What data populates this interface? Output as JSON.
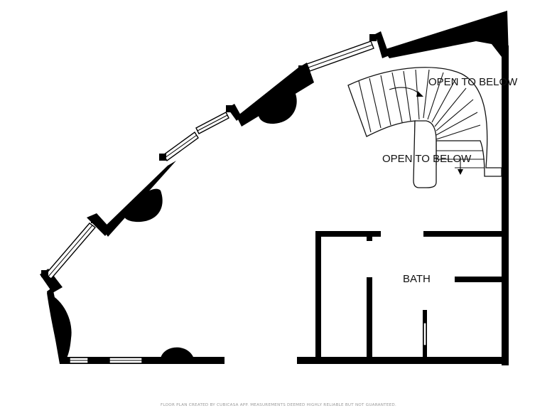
{
  "labels": {
    "open_to_below_1": "OPEN TO BELOW",
    "open_to_below_2": "OPEN TO BELOW",
    "bath": "BATH"
  },
  "footer": "FLOOR PLAN CREATED BY CUBICASA APP. MEASUREMENTS DEEMED HIGHLY RELIABLE BUT NOT GUARANTEED.",
  "colors": {
    "wall": "#000000",
    "background": "#ffffff",
    "footer_text": "#9a9a9a"
  }
}
